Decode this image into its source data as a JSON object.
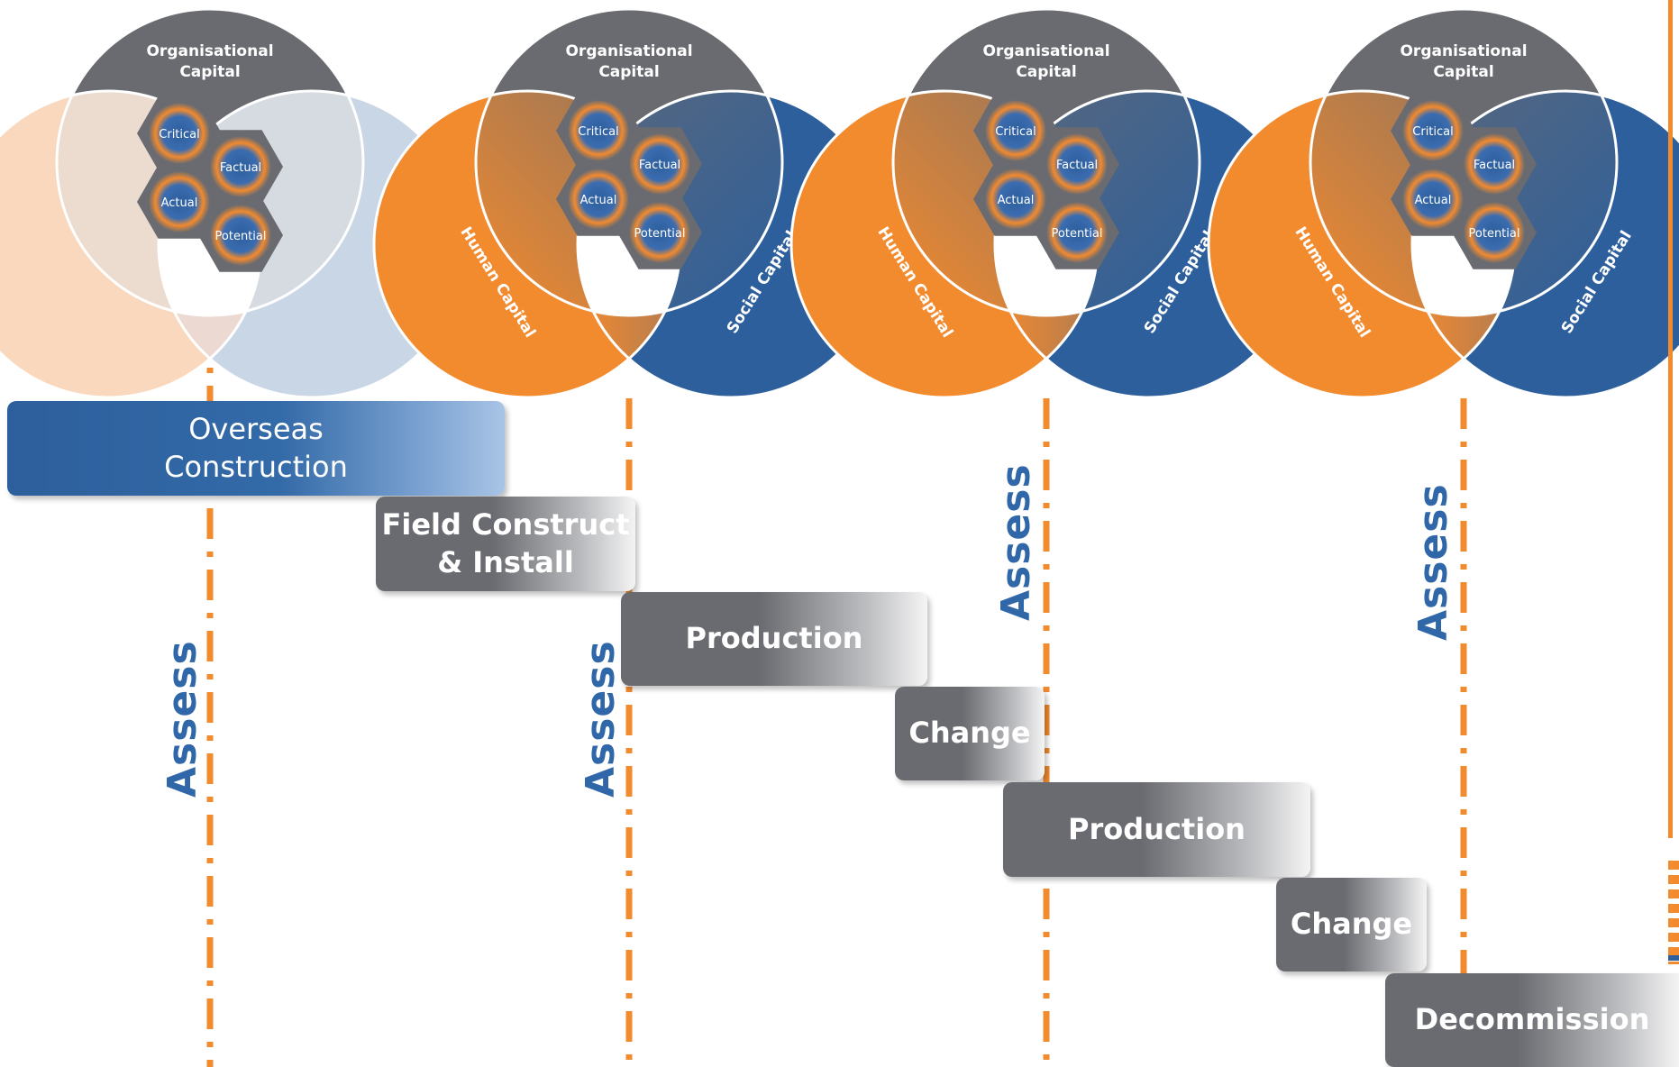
{
  "colors": {
    "orange": "#f28a2e",
    "blue": "#2d5f9c",
    "grey": "#6a6b70",
    "assess_blue": "#2f67a8"
  },
  "venn_diagrams": [
    {
      "faded": true,
      "top_label": [
        "Organisational",
        "Capital"
      ],
      "left_label": "",
      "right_label": "",
      "hexagons": [
        "Critical",
        "Factual",
        "Actual",
        "Potential"
      ]
    },
    {
      "faded": false,
      "top_label": [
        "Organisational",
        "Capital"
      ],
      "left_label": "Human Capital",
      "right_label": "Social Capital",
      "hexagons": [
        "Critical",
        "Factual",
        "Actual",
        "Potential"
      ]
    },
    {
      "faded": false,
      "top_label": [
        "Organisational",
        "Capital"
      ],
      "left_label": "Human Capital",
      "right_label": "Social Capital",
      "hexagons": [
        "Critical",
        "Factual",
        "Actual",
        "Potential"
      ]
    },
    {
      "faded": false,
      "top_label": [
        "Organisational",
        "Capital"
      ],
      "left_label": "Human Capital",
      "right_label": "Social Capital",
      "hexagons": [
        "Critical",
        "Factual",
        "Actual",
        "Potential"
      ]
    }
  ],
  "phases": {
    "overseas": "Overseas\nConstruction",
    "field": "Field Construct\n& Install",
    "production1": "Production",
    "change1": "Change",
    "production2": "Production",
    "change2": "Change",
    "decommission": "Decommission"
  },
  "assess_labels": [
    "Assess",
    "Assess",
    "Assess",
    "Assess"
  ]
}
